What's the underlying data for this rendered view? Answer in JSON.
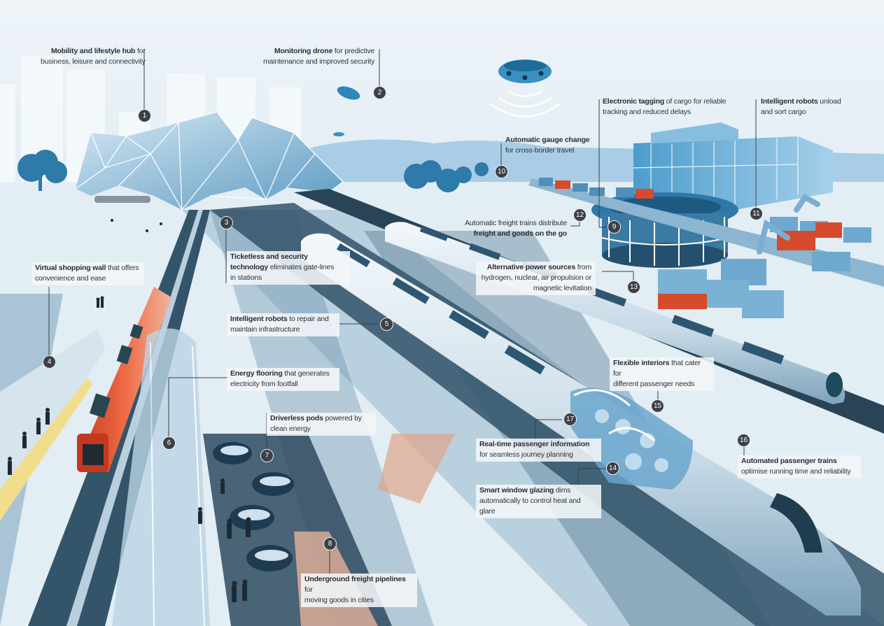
{
  "infographic": {
    "subject": "Future of rail: stations, freight and passenger transport",
    "callouts": [
      {
        "number": "1",
        "bold": "Mobility and lifestyle hub",
        "rest": " for",
        "line2": "business, leisure and connectivity"
      },
      {
        "number": "2",
        "bold": "Monitoring drone",
        "rest": " for predictive",
        "line2": "maintenance and improved security"
      },
      {
        "number": "3",
        "bold": "Ticketless and security",
        "rest": "",
        "line2_bold": "technology",
        "line2": " eliminates gate-lines",
        "line3": "in stations"
      },
      {
        "number": "4",
        "bold": "Virtual shopping wall",
        "rest": " that offers",
        "line2": "convenience and ease"
      },
      {
        "number": "5",
        "bold": "Intelligent robots",
        "rest": " to repair and",
        "line2": "maintain infrastructure"
      },
      {
        "number": "6",
        "bold": "Energy flooring",
        "rest": " that generates",
        "line2": "electricity from footfall"
      },
      {
        "number": "7",
        "bold": "Driverless pods",
        "rest": " powered by",
        "line2": "clean energy"
      },
      {
        "number": "8",
        "bold": "Underground freight pipelines",
        "rest": " for",
        "line2": "moving goods in cities"
      },
      {
        "number": "9",
        "bold": "Electronic tagging",
        "rest": " of cargo for reliable",
        "line2": "tracking and reduced delays"
      },
      {
        "number": "10",
        "bold": "Automatic gauge change",
        "rest": "",
        "line2": "for cross-border travel"
      },
      {
        "number": "11",
        "bold": "Intelligent robots",
        "rest": " unload",
        "line2": "and sort cargo"
      },
      {
        "number": "12",
        "bold": "",
        "rest": "Automatic freight trains distribute",
        "line2_bold": "freight and goods on the go",
        "line2": ""
      },
      {
        "number": "13",
        "bold": "Alternative power sources",
        "rest": " from",
        "line2": "hydrogen, nuclear, air propulsion or",
        "line3": "magnetic levitation"
      },
      {
        "number": "14",
        "bold": "Smart window glazing",
        "rest": " dims",
        "line2": "automatically to control heat and glare"
      },
      {
        "number": "15",
        "bold": "Flexible interiors",
        "rest": " that cater for",
        "line2": "different passenger needs"
      },
      {
        "number": "16",
        "bold": "Automated passenger trains",
        "rest": "",
        "line2": "optimise running time and reliability"
      },
      {
        "number": "17",
        "bold": "Real-time passenger information",
        "rest": "",
        "line2": "for seamless journey planning"
      }
    ]
  },
  "colors": {
    "sky": "#e4eef5",
    "sky_deep": "#b9d4e6",
    "structure_blue": "#3b8bbd",
    "dark_track": "#2f4a5c",
    "accent_red": "#d9472b",
    "platform_yellow": "#f0de8c",
    "marker": "#3d4045",
    "label_bg": "#f3f6f8"
  }
}
